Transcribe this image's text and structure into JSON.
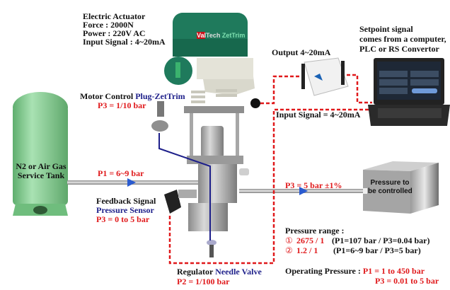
{
  "actuator": {
    "title": "Electric Actuator",
    "force": "Force : 2000N",
    "power": "Power : 220V AC",
    "input_signal": "Input Signal : 4~20mA",
    "brand_red": "Val",
    "brand_black": "Tech",
    "brand_green": "ZetTrim"
  },
  "motor_control": {
    "label": "Motor Control",
    "plug": "Plug-ZetTrim",
    "pressure": "P3 = 1/10 bar"
  },
  "tank": {
    "line1": "N2 or Air Gas",
    "line2": "Service Tank"
  },
  "inlet": {
    "pressure": "P1 = 6~9 bar"
  },
  "feedback": {
    "label": "Feedback Signal",
    "sensor": "Pressure Sensor",
    "pressure": "P3 = 0 to 5 bar"
  },
  "regulator": {
    "label": "Regulator",
    "valve": "Needle Valve",
    "pressure": "P2 = 1/100 bar"
  },
  "output": {
    "label": "Output 4~20mA"
  },
  "setpoint": {
    "line1": "Setpoint signal",
    "line2": "comes from a computer,",
    "line3": "PLC or  RS Convertor"
  },
  "input_signal": {
    "label": "Input Signal = 4~20mA"
  },
  "outlet": {
    "pressure": "P3 = 5 bar ±1%"
  },
  "target_box": {
    "line1": "Pressure to",
    "line2": "be controlled"
  },
  "pressure_range": {
    "title": "Pressure range :",
    "items": [
      {
        "marker": "①",
        "ratio": "2675 / 1",
        "detail": "(P1=107 bar / P3=0.04 bar)"
      },
      {
        "marker": "②",
        "ratio": "1.2 / 1",
        "detail": "(P1=6~9 bar / P3=5 bar)"
      }
    ]
  },
  "operating": {
    "label": "Operating Pressure :",
    "p1": "P1 = 1 to 450 bar",
    "p3": "P3 = 0.01 to 5 bar"
  },
  "colors": {
    "red": "#e0191b",
    "blue": "#1d1f8a",
    "tank_green": "#8fd39c",
    "actuator_green": "#1f7a5c"
  }
}
